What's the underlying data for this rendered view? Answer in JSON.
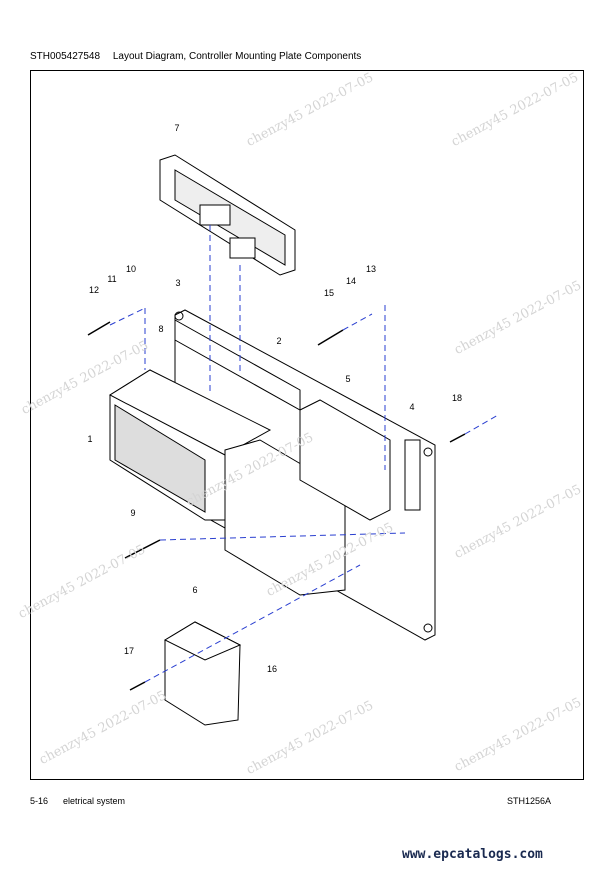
{
  "header": {
    "code": "STH005427548",
    "title": "Layout Diagram, Controller Mounting Plate Components"
  },
  "watermark": "chenzy45 2022-07-05",
  "callouts": [
    "1",
    "2",
    "3",
    "4",
    "5",
    "6",
    "7",
    "8",
    "9",
    "10",
    "11",
    "12",
    "13",
    "14",
    "15",
    "16",
    "17",
    "18"
  ],
  "footer": {
    "page": "5-16",
    "section": "eletrical system",
    "figure_id": "STH1256A"
  },
  "site": "www.epcatalogs.com"
}
